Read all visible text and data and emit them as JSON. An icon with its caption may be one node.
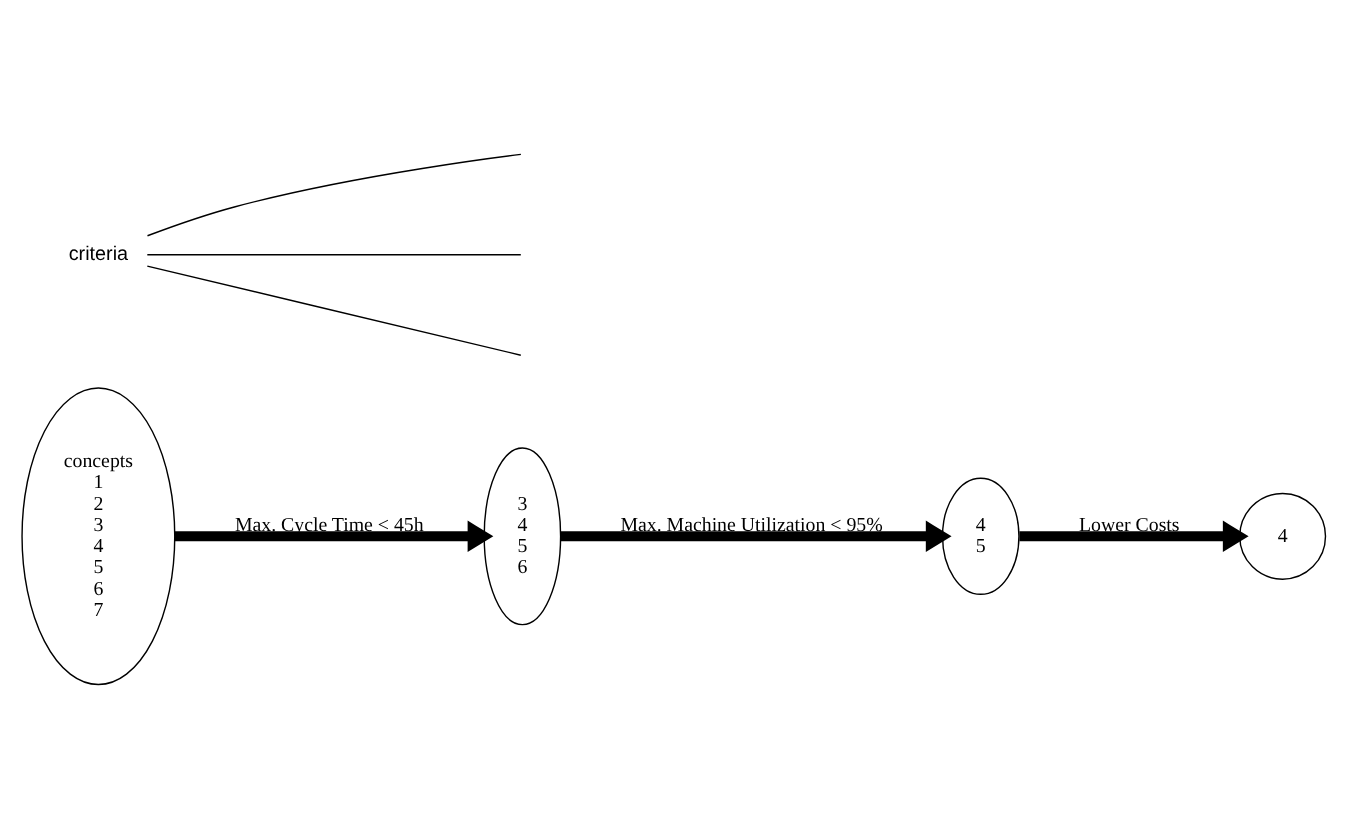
{
  "diagram": {
    "nodes": [
      {
        "text": [
          "concepts",
          "1",
          "2",
          "3",
          "4",
          "5",
          "6",
          "7"
        ]
      },
      {
        "text": [
          "3",
          "4",
          "5",
          "6"
        ]
      },
      {
        "text": [
          "4",
          "5"
        ]
      },
      {
        "text": [
          "4"
        ]
      },
      {
        "text": [
          "criteria"
        ]
      }
    ],
    "edges": [
      {
        "from": 0,
        "to": 1,
        "arrow": "to",
        "label": "Max. Cycle Time < 45h",
        "style": "thick"
      },
      {
        "from": 1,
        "to": 2,
        "arrow": "to",
        "label": "Max. Machine Utilization < 95%",
        "style": "thick"
      },
      {
        "from": 2,
        "to": 3,
        "arrow": "to",
        "label": "Lower Costs",
        "style": "thick"
      },
      {
        "from": 4,
        "to": null,
        "arrow": "none"
      },
      {
        "from": 4,
        "to": null,
        "arrow": "none"
      },
      {
        "from": 4,
        "to": null,
        "arrow": "none"
      }
    ]
  }
}
